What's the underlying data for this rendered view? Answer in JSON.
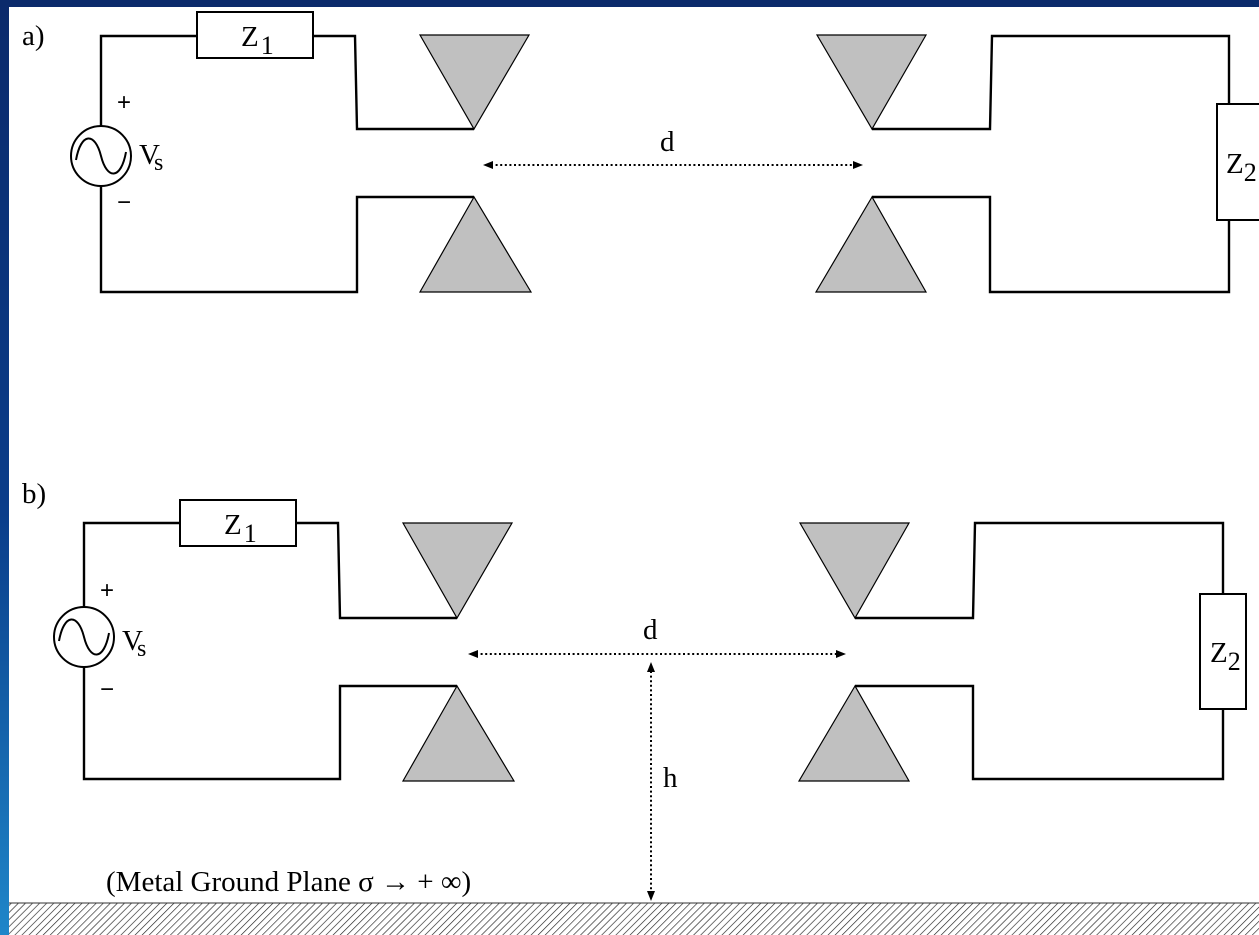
{
  "diagram": {
    "panel_a": {
      "label": "a)",
      "source_symbol": "V",
      "source_subscript": "s",
      "plus": "+",
      "minus": "−",
      "z1_main": "Z",
      "z1_sub": "1",
      "z2_main": "Z",
      "z2_sub": "2",
      "distance": "d"
    },
    "panel_b": {
      "label": "b)",
      "source_symbol": "V",
      "source_subscript": "s",
      "plus": "+",
      "minus": "−",
      "z1_main": "Z",
      "z1_sub": "1",
      "z2_main": "Z",
      "z2_sub": "2",
      "distance": "d",
      "height": "h",
      "ground_plane_label": "(Metal Ground Plane σ → + ∞)"
    }
  }
}
